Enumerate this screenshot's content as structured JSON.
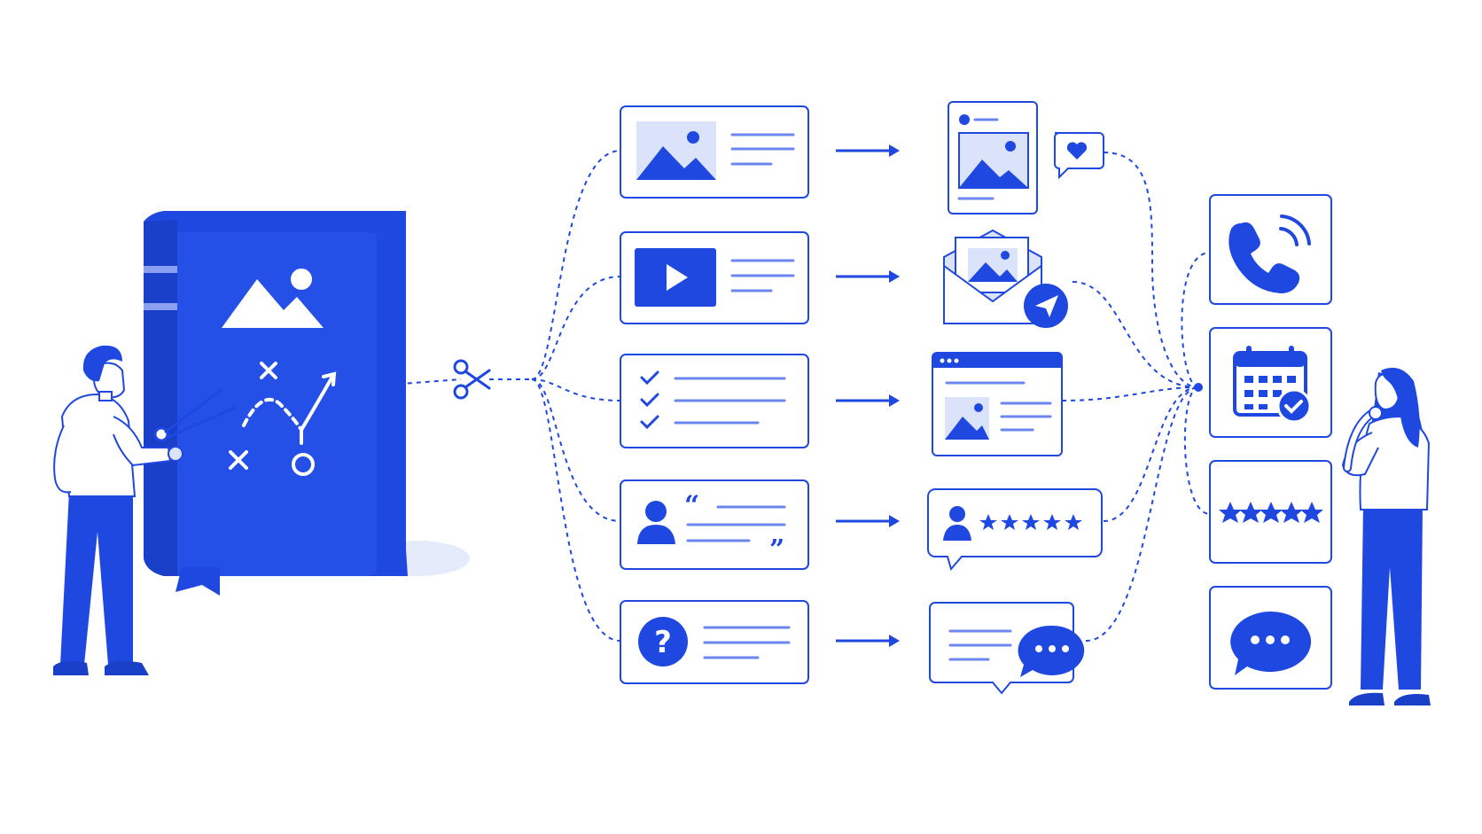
{
  "colors": {
    "primary": "#1f48e0",
    "light": "#6b86ee",
    "pale": "#dbe3fb",
    "background": "#ffffff"
  },
  "source": {
    "icons": [
      "book-icon",
      "mountain-image-icon",
      "play-strategy-icon",
      "scissors-icon",
      "bookmark-ribbon-icon"
    ]
  },
  "content_pieces": [
    {
      "name": "image-post",
      "icon": "image-icon"
    },
    {
      "name": "video-post",
      "icon": "play-icon"
    },
    {
      "name": "checklist-post",
      "icon": "checklist-icon"
    },
    {
      "name": "testimonial-post",
      "icon": "quote-user-icon"
    },
    {
      "name": "faq-post",
      "icon": "question-icon"
    }
  ],
  "channels": [
    {
      "name": "social-post",
      "icon": "phone-post-heart-icon"
    },
    {
      "name": "email",
      "icon": "envelope-send-icon"
    },
    {
      "name": "web-page",
      "icon": "browser-window-icon"
    },
    {
      "name": "review",
      "icon": "user-stars-icon"
    },
    {
      "name": "chat-message",
      "icon": "chat-bubble-icon"
    }
  ],
  "outcomes": [
    {
      "name": "phone-call",
      "icon": "phone-ringing-icon"
    },
    {
      "name": "booking",
      "icon": "calendar-check-icon"
    },
    {
      "name": "rating",
      "icon": "five-stars-icon"
    },
    {
      "name": "conversation",
      "icon": "speech-dots-icon"
    }
  ],
  "people": {
    "left": "man-cutting-book-illustration",
    "right": "woman-thinking-illustration"
  }
}
